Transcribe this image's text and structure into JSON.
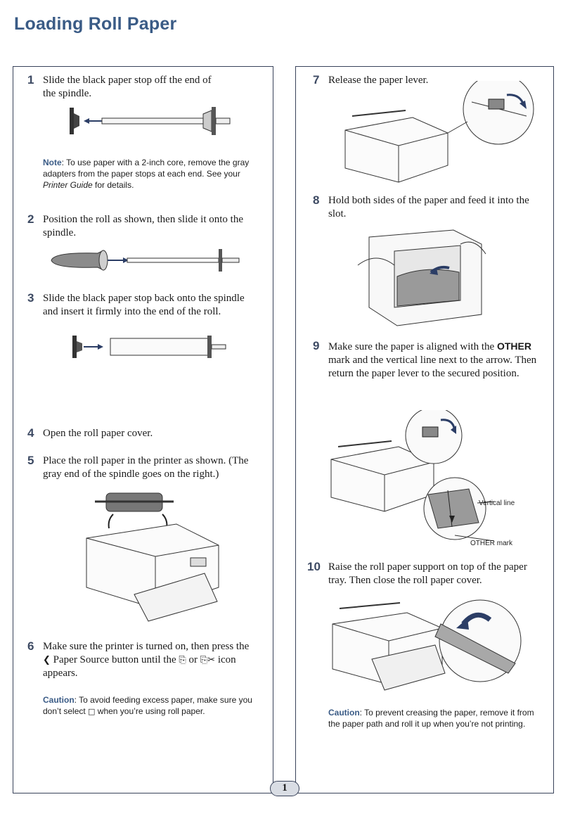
{
  "page": {
    "title": "Loading Roll Paper",
    "page_number": "1"
  },
  "steps": {
    "s1": {
      "num": "1",
      "text": "Slide the black paper stop off the end of the spindle."
    },
    "note1": {
      "label": "Note",
      "pre": ": To use paper with a 2-inch core, remove the gray adapters from the paper stops at each end. See your ",
      "italic": "Printer Guide",
      "post": " for details."
    },
    "s2": {
      "num": "2",
      "text": "Position the roll as shown, then slide it onto the spindle."
    },
    "s3": {
      "num": "3",
      "text": "Slide the black paper stop back onto the spindle and insert it firmly into the end of the roll."
    },
    "s4": {
      "num": "4",
      "text": "Open the roll paper cover."
    },
    "s5": {
      "num": "5",
      "text": "Place the roll paper in the printer as shown. (The gray end of the spindle goes on the right.)"
    },
    "s6": {
      "num": "6",
      "pre": " Paper Source button until the ",
      "mid": " or ",
      "post": " icon appears.",
      "lead": "Make sure the printer is turned on, then press the"
    },
    "caution6": {
      "label": "Caution",
      "pre": ": To avoid feeding excess paper, make sure you don’t select ",
      "post": " when you’re using roll paper."
    },
    "s7": {
      "num": "7",
      "text": "Release the paper lever."
    },
    "s8": {
      "num": "8",
      "text": "Hold both sides of the paper and feed it into the slot."
    },
    "s9": {
      "num": "9",
      "pre": "Make sure the paper is aligned with the ",
      "bold": "OTHER",
      "post": " mark and the vertical line next to the arrow. Then return the paper lever to the secured position."
    },
    "s10": {
      "num": "10",
      "text": "Raise the roll paper support on top of the paper tray. Then close the roll paper cover."
    },
    "caution10": {
      "label": "Caution",
      "text": ": To prevent creasing the paper, remove it from the paper path and roll it up when you’re not printing."
    }
  },
  "callouts": {
    "vertical_line": "Vertical line",
    "other_mark": "OTHER mark"
  },
  "icons": {
    "paper_source_button": "paper-source-icon",
    "roll_icon": "roll-paper-icon",
    "roll_cut_icon": "roll-cut-icon",
    "sheet_icon": "sheet-paper-icon"
  },
  "colors": {
    "title": "#3a5b86",
    "border": "#39435a",
    "label": "#3a5b86"
  }
}
